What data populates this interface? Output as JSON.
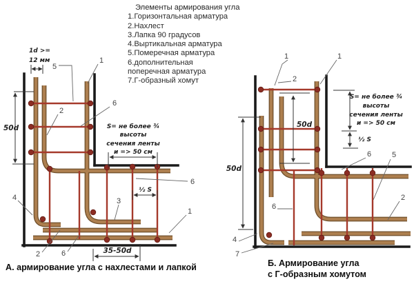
{
  "colors": {
    "formwork": "#1a1a1a",
    "rebar_light": "#ad7f4f",
    "rebar_dark": "#6e4e2a",
    "stirrup_red": "#a5392b",
    "dot_fill": "#8c2d23",
    "dim_line": "#333333",
    "text": "#2a2a2a"
  },
  "legend": {
    "title": "Элементы армирования угла",
    "lines": [
      "1.Горизонтальная арматура",
      "2.Нахлест",
      "3.Лапка 90 градусов",
      "4.Выртикальная арматура",
      "5.Померечная арматура",
      "6.дополнительная",
      "поперечная арматура",
      "7.Г-образный хомут"
    ]
  },
  "diagram_a": {
    "caption": "А. армирование угла с нахлестами и лапкой",
    "dim_top_line1": "1d >=",
    "dim_top_line2": "12 мм",
    "dim_left": "50d",
    "s_note": [
      "S= не более ¾",
      "высоты",
      "сечения ленты",
      "и => 50 см"
    ],
    "dim_half_s": "½ S",
    "dim_overlap": "35-50d",
    "callouts": [
      "5",
      "1",
      "2",
      "6",
      "6",
      "3",
      "4",
      "1",
      "2",
      "6"
    ]
  },
  "diagram_b": {
    "caption_line1": "Б. Армирование угла",
    "caption_line2": "с Г-образным хомутом",
    "dim_left": "50d",
    "dim_inner": "50d",
    "s_note": [
      "S= не более ¾",
      "высоты",
      "сечения ленты",
      "и => 50 см"
    ],
    "dim_half_s": "½ S",
    "callouts": [
      "1",
      "1",
      "2",
      "6",
      "5",
      "2",
      "6",
      "4",
      "7"
    ]
  }
}
